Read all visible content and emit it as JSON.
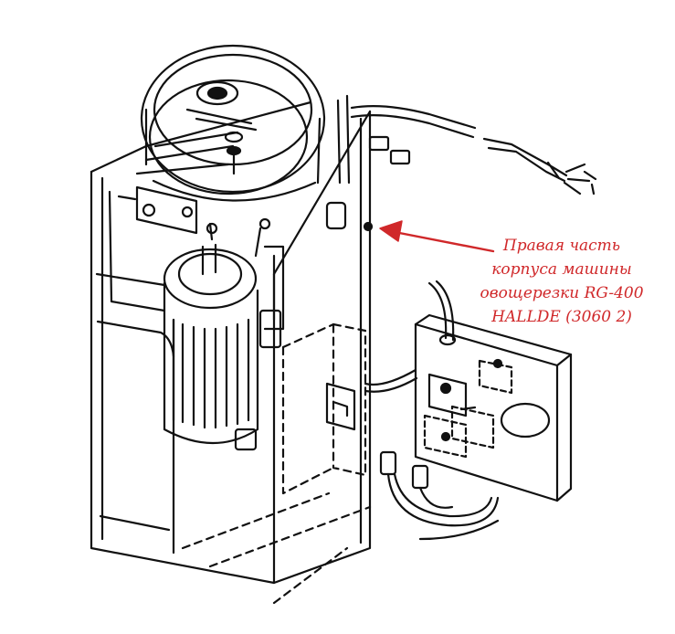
{
  "callout": {
    "lines": [
      "Правая часть",
      "корпуса машины",
      "овощерезки RG-400",
      "HALLDE (3060 2)"
    ],
    "color": "#d0282a"
  },
  "colors": {
    "ink": "#111111",
    "paper": "#ffffff",
    "arrow": "#d0282a"
  }
}
